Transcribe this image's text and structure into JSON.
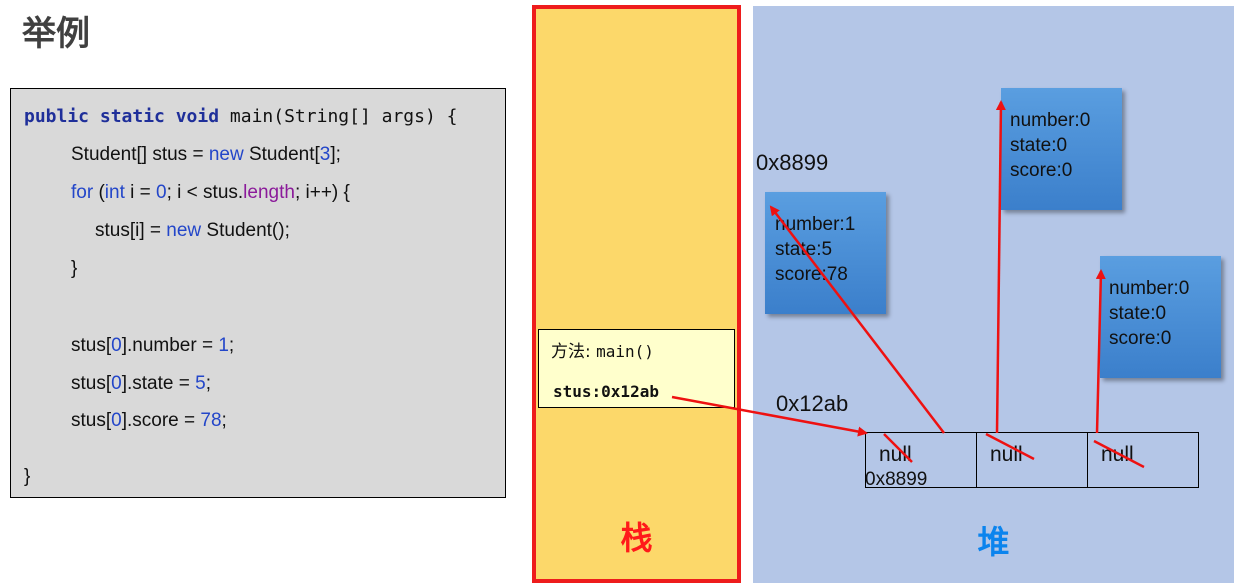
{
  "title": "举例",
  "code": {
    "line1": {
      "kw": "public static void",
      "rest": " main(String[] args) {"
    },
    "line2": {
      "a": "Student[] stus = ",
      "new": "new",
      "b": " Student[",
      "n": "3",
      "c": "];"
    },
    "line3": {
      "for": "for",
      "a": " (",
      "int": "int",
      "b": " i = ",
      "zero": "0",
      "c": "; i < stus.",
      "length": "length",
      "d": "; i++) {"
    },
    "line4": {
      "a": "stus[i] = ",
      "new": "new",
      "b": " Student();"
    },
    "line5": "}",
    "line6": {
      "a": "stus[",
      "i": "0",
      "b": "].number = ",
      "v": "1",
      "c": ";"
    },
    "line7": {
      "a": "stus[",
      "i": "0",
      "b": "].state = ",
      "v": "5",
      "c": ";"
    },
    "line8": {
      "a": "stus[",
      "i": "0",
      "b": "].score = ",
      "v": "78",
      "c": ";"
    },
    "line9": "}"
  },
  "stack": {
    "label": "栈",
    "frame_method_label": "方法:",
    "frame_method_name": "main()",
    "frame_var": "stus:0x12ab"
  },
  "heap": {
    "label": "堆",
    "array_address": "0x12ab",
    "array_cells": [
      {
        "value": "null",
        "subtext": "0x8899"
      },
      {
        "value": "null",
        "subtext": ""
      },
      {
        "value": "null",
        "subtext": ""
      }
    ],
    "objects": [
      {
        "address": "0x8899",
        "number": "number:1",
        "state": "state:5",
        "score": "score:78"
      },
      {
        "address": "",
        "number": "number:0",
        "state": "state:0",
        "score": "score:0"
      },
      {
        "address": "",
        "number": "number:0",
        "state": "state:0",
        "score": "score:0"
      }
    ]
  },
  "colors": {
    "stack_fill": "#fcd86a",
    "stack_border": "#ee1c1c",
    "heap_fill": "#b4c6e7",
    "object_fill": "#4a8fd8",
    "arrow": "#ee1111"
  }
}
